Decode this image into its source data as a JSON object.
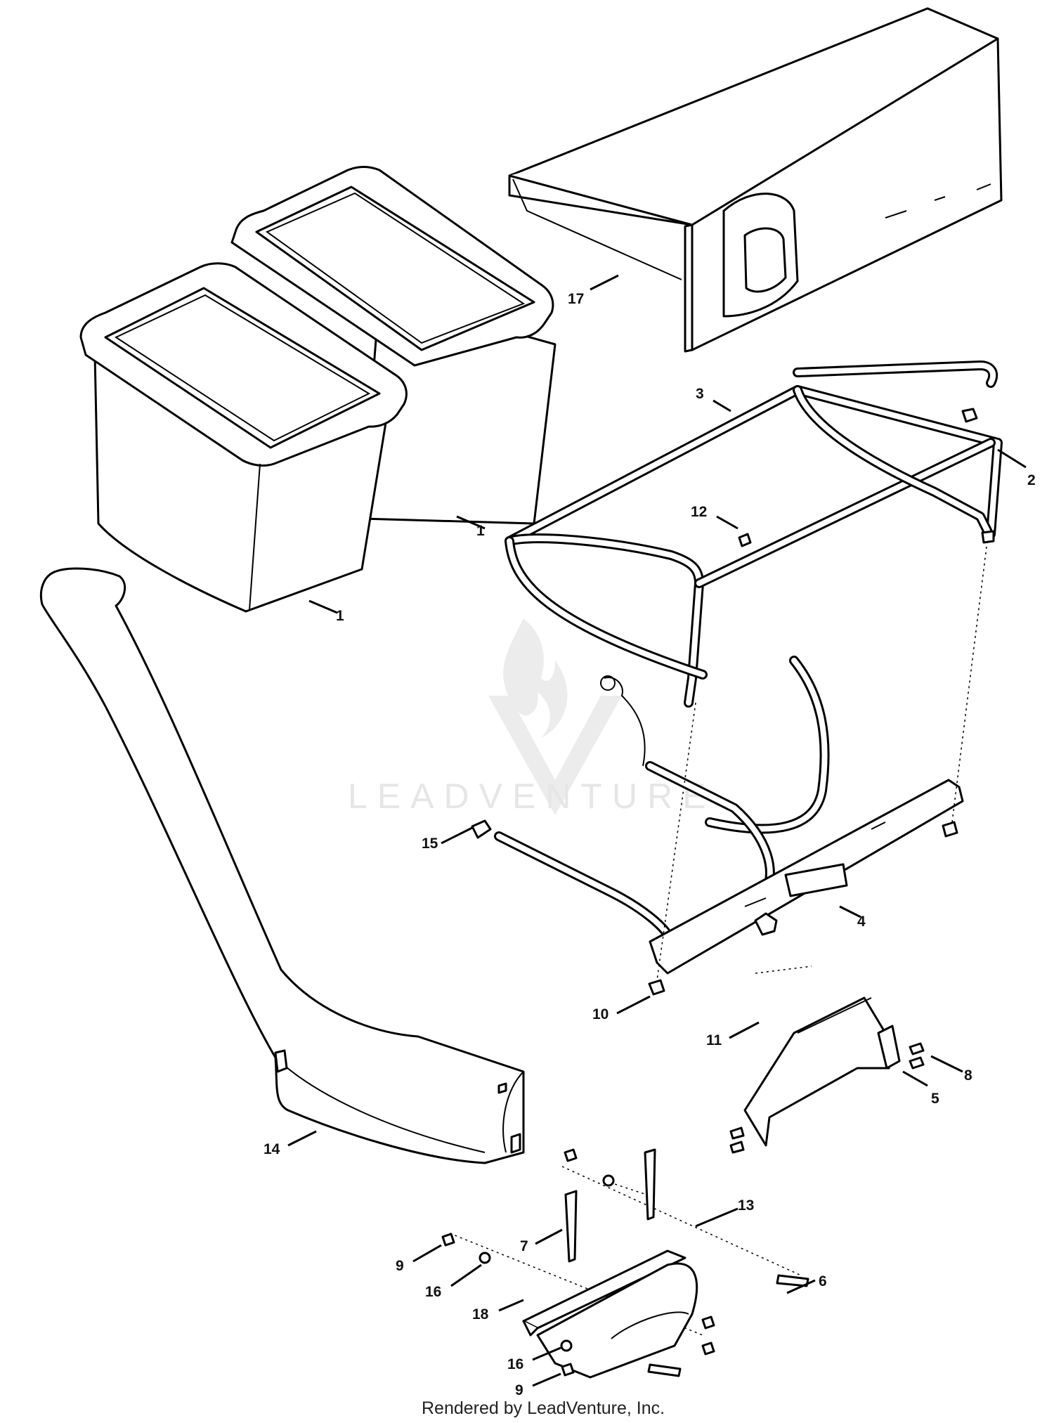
{
  "watermark": {
    "text": "LEADVENTURE",
    "logo": "flame-v-logo"
  },
  "footer": {
    "text": "Rendered by LeadVenture, Inc."
  },
  "callouts": [
    {
      "id": "c17",
      "label": "17"
    },
    {
      "id": "c3",
      "label": "3"
    },
    {
      "id": "c2",
      "label": "2"
    },
    {
      "id": "c1a",
      "label": "1"
    },
    {
      "id": "c1b",
      "label": "1"
    },
    {
      "id": "c12",
      "label": "12"
    },
    {
      "id": "c15",
      "label": "15"
    },
    {
      "id": "c4",
      "label": "4"
    },
    {
      "id": "c10",
      "label": "10"
    },
    {
      "id": "c11",
      "label": "11"
    },
    {
      "id": "c8",
      "label": "8"
    },
    {
      "id": "c5",
      "label": "5"
    },
    {
      "id": "c14",
      "label": "14"
    },
    {
      "id": "c13",
      "label": "13"
    },
    {
      "id": "c7",
      "label": "7"
    },
    {
      "id": "c6",
      "label": "6"
    },
    {
      "id": "c9a",
      "label": "9"
    },
    {
      "id": "c16a",
      "label": "16"
    },
    {
      "id": "c18",
      "label": "18"
    },
    {
      "id": "c16b",
      "label": "16"
    },
    {
      "id": "c9b",
      "label": "9"
    }
  ]
}
